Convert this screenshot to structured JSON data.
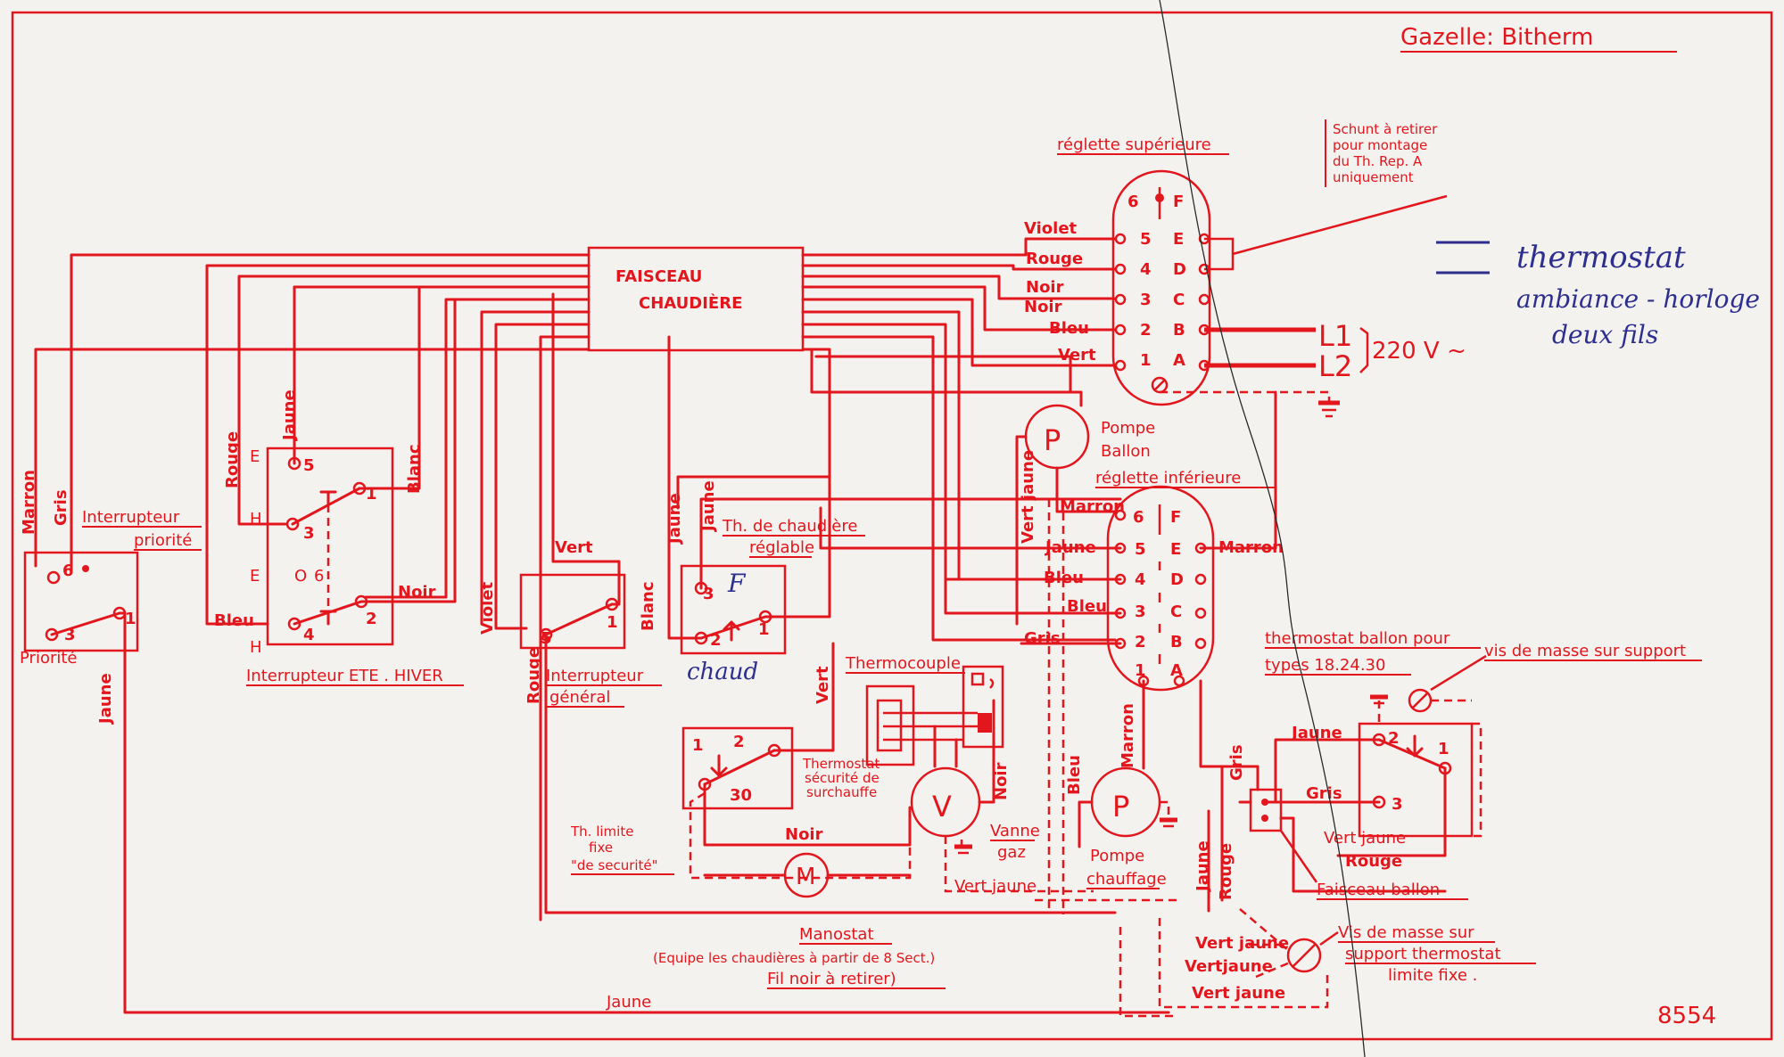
{
  "title": "Gazelle: Bitherm",
  "ref_number": "8554",
  "harness": {
    "line1": "FAISCEAU",
    "line2": "CHAUDIÈRE"
  },
  "upper_strip": {
    "label": "réglette supérieure",
    "pins": [
      {
        "num": "6",
        "letter": "F",
        "wire": ""
      },
      {
        "num": "5",
        "letter": "E",
        "wire": "Violet"
      },
      {
        "num": "4",
        "letter": "D",
        "wire": "Rouge"
      },
      {
        "num": "3",
        "letter": "C",
        "wire": "Noir"
      },
      {
        "num": "2",
        "letter": "B",
        "wire": "Bleu"
      },
      {
        "num": "1",
        "letter": "A",
        "wire": "Vert"
      }
    ],
    "extra_wire": "Noir"
  },
  "lower_strip": {
    "label": "réglette inférieure",
    "pins": [
      {
        "num": "6",
        "letter": "F",
        "wire": "Marron"
      },
      {
        "num": "5",
        "letter": "E",
        "wire": "Jaune"
      },
      {
        "num": "4",
        "letter": "D",
        "wire": "Bleu"
      },
      {
        "num": "3",
        "letter": "C",
        "wire": "Bleu"
      },
      {
        "num": "2",
        "letter": "B",
        "wire": "Gris"
      },
      {
        "num": "1",
        "letter": "A",
        "wire": ""
      }
    ],
    "right_wire": "Marron"
  },
  "shunt_note": [
    "Schunt à retirer",
    "pour montage",
    "du Th. Rep. A",
    "uniquement"
  ],
  "power": {
    "l1": "L1",
    "l2": "L2",
    "voltage": "220 V ~"
  },
  "handwritten_note": [
    "thermostat",
    "ambiance - horloge",
    "deux fils"
  ],
  "pump_ballon": {
    "symbol": "P",
    "label1": "Pompe",
    "label2": "Ballon"
  },
  "pump_chauffage": {
    "symbol": "P",
    "label1": "Pompe",
    "label2": "chauffage"
  },
  "interrupteur_priorite": {
    "label1": "Interrupteur",
    "label2": "priorité",
    "pin_a": "6",
    "pin_b": "3",
    "pin_c": "1",
    "bottom": "Priorité"
  },
  "interrupteur_ete_hiver": {
    "label": "Interrupteur ETE . HIVER",
    "e1": "E",
    "h1": "H",
    "e2": "E",
    "h2": "H",
    "p5": "5",
    "p3": "3",
    "p1": "1",
    "p6": "6",
    "p4": "4",
    "p2": "2",
    "o": "O"
  },
  "interrupteur_general": {
    "label1": "Interrupteur",
    "label2": "général",
    "p5": "5",
    "p1": "1"
  },
  "th_chaudiere": {
    "label1": "Th. de chaudière",
    "label2": "réglable",
    "p3": "3",
    "p2": "2",
    "p1": "1",
    "hand_f": "F",
    "hand_chaud": "chaud"
  },
  "th_limite": {
    "label1": "Th. limite",
    "label2": "fixe",
    "label3": "\"de securité\"",
    "p1": "1",
    "p2": "2",
    "temp": "30"
  },
  "thermocouple": "Thermocouple",
  "th_securite": [
    "Thermostat",
    "sécurité de",
    "surchauffe"
  ],
  "vanne": {
    "symbol": "V",
    "label1": "Vanne",
    "label2": "gaz"
  },
  "manostat": {
    "symbol": "M",
    "label": "Manostat",
    "note1": "(Equipe les chaudières à partir de 8 Sect.)",
    "note2": "Fil noir à retirer)"
  },
  "th_ballon": {
    "label1": "thermostat ballon pour",
    "label2": "types 18.24.30",
    "p2": "2",
    "p1": "1",
    "p3": "3"
  },
  "vis_masse_support": "vis de masse sur support",
  "vis_masse_th": [
    "Vis de masse sur",
    "support thermostat",
    "limite fixe ."
  ],
  "faisceau_ballon": "Faisceau ballon",
  "wires": {
    "marron": "Marron",
    "gris": "Gris",
    "jaune": "Jaune",
    "rouge": "Rouge",
    "blanc": "Blanc",
    "bleu": "Bleu",
    "noir": "Noir",
    "vert": "Vert",
    "violet": "Violet",
    "vert_jaune": "Vert jaune",
    "vertjaune": "Vertjaune"
  }
}
